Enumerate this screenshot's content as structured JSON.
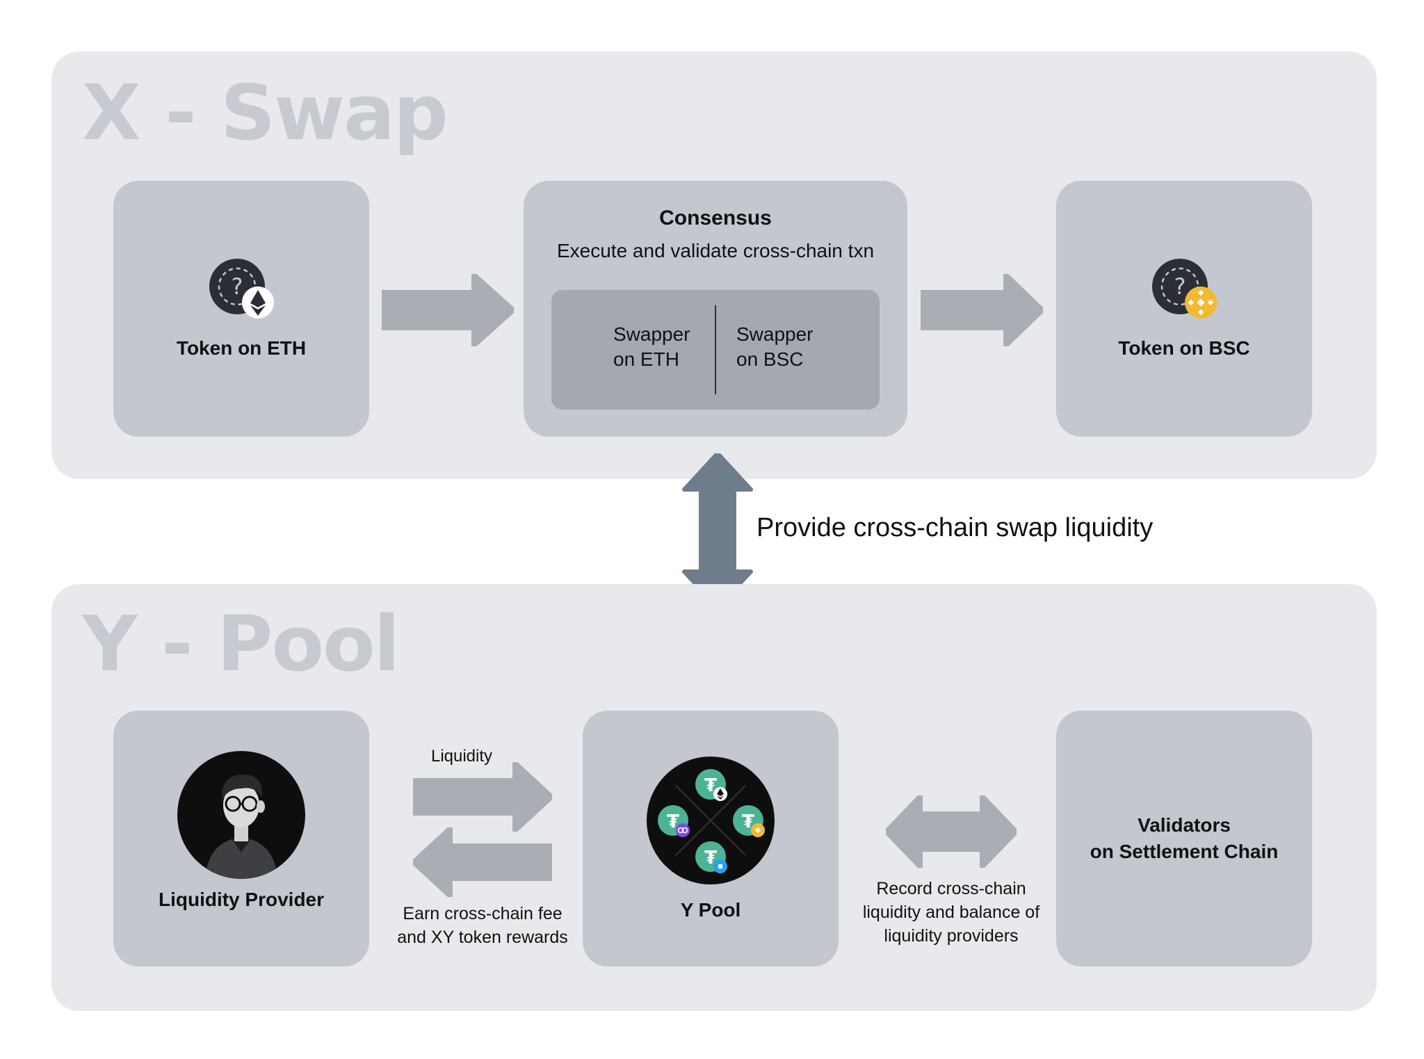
{
  "x_swap": {
    "title": "X - Swap",
    "token_eth": {
      "label": "Token on ETH"
    },
    "consensus": {
      "title": "Consensus",
      "subtitle": "Execute and validate cross-chain txn",
      "swapper_eth": [
        "Swapper",
        "on ETH"
      ],
      "swapper_bsc": [
        "Swapper",
        "on BSC"
      ]
    },
    "token_bsc": {
      "label": "Token on BSC"
    }
  },
  "link": {
    "label": "Provide cross-chain swap liquidity"
  },
  "y_pool": {
    "title": "Y - Pool",
    "liquidity_provider": {
      "label": "Liquidity Provider"
    },
    "liquidity_arrow_label": "Liquidity",
    "rewards_caption": [
      "Earn cross-chain fee",
      "and XY token rewards"
    ],
    "pool": {
      "label": "Y Pool"
    },
    "record_caption": [
      "Record cross-chain",
      "liquidity and balance of",
      "liquidity providers"
    ],
    "validators": {
      "label": [
        "Validators",
        "on Settlement Chain"
      ]
    }
  },
  "colors": {
    "section_bg": "#e8e9ec",
    "box_bg": "#c3c7cf",
    "inner_box_bg": "#a3a8b1",
    "arrow_light": "#a9aeb5",
    "arrow_dark": "#6f7c8c",
    "title_faded": "#c7cbd1",
    "eth_badge": "#ffffff",
    "bnb_badge": "#f3ba2f",
    "tether_green": "#4db397"
  },
  "icons": {
    "token_eth": "unknown-token-with-eth-badge-icon",
    "token_bsc": "unknown-token-with-bnb-badge-icon",
    "provider": "liquidity-provider-avatar",
    "pool": "tether-pool-icon"
  }
}
